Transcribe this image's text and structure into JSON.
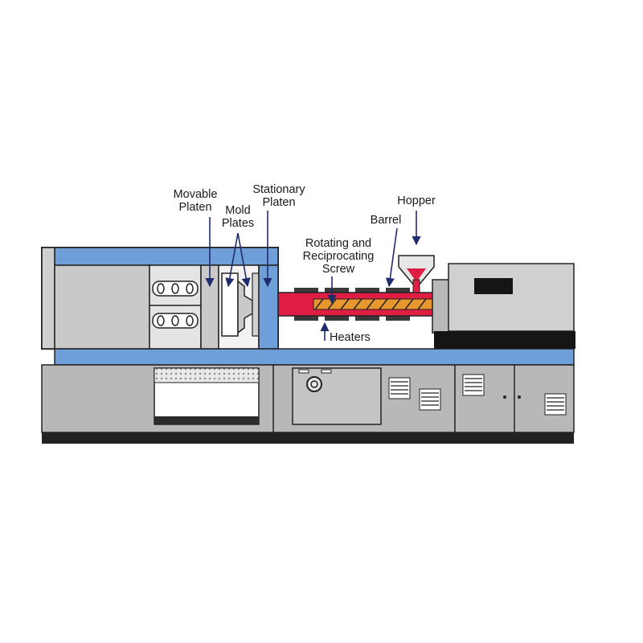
{
  "labels": {
    "movable_platen": [
      "Movable",
      "Platen"
    ],
    "mold_plates": [
      "Mold",
      "Plates"
    ],
    "stationary_platen": [
      "Stationary",
      "Platen"
    ],
    "hopper": "Hopper",
    "barrel": "Barrel",
    "screw": [
      "Rotating and",
      "Reciprocating",
      "Screw"
    ],
    "heaters": "Heaters"
  },
  "colors": {
    "frame_blue": "#6f9fd8",
    "machine_gray": "#b5b5b5",
    "light_gray": "#d8d8d8",
    "dark": "#222222",
    "melt_red": "#e01e44",
    "screw_orange": "#e8962e",
    "arrow_navy": "#1f2c6b"
  }
}
